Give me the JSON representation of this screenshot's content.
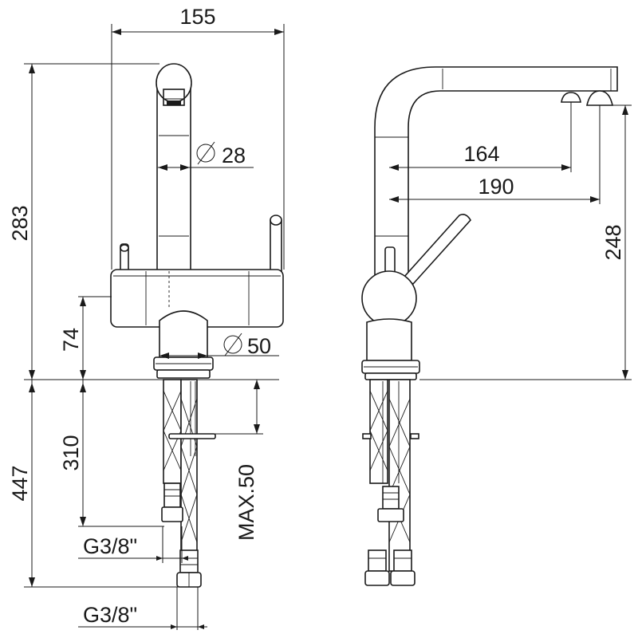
{
  "dimensions": {
    "width_top": "155",
    "spout_diameter": "28",
    "total_height": "283",
    "body_height": "74",
    "base_diameter": "50",
    "hose_length_total": "447",
    "hose_length_short": "310",
    "max_thickness": "MAX.50",
    "connection_upper": "G3/8\"",
    "connection_lower": "G3/8\"",
    "reach_inner": "164",
    "reach_outer": "190",
    "side_height": "248"
  }
}
